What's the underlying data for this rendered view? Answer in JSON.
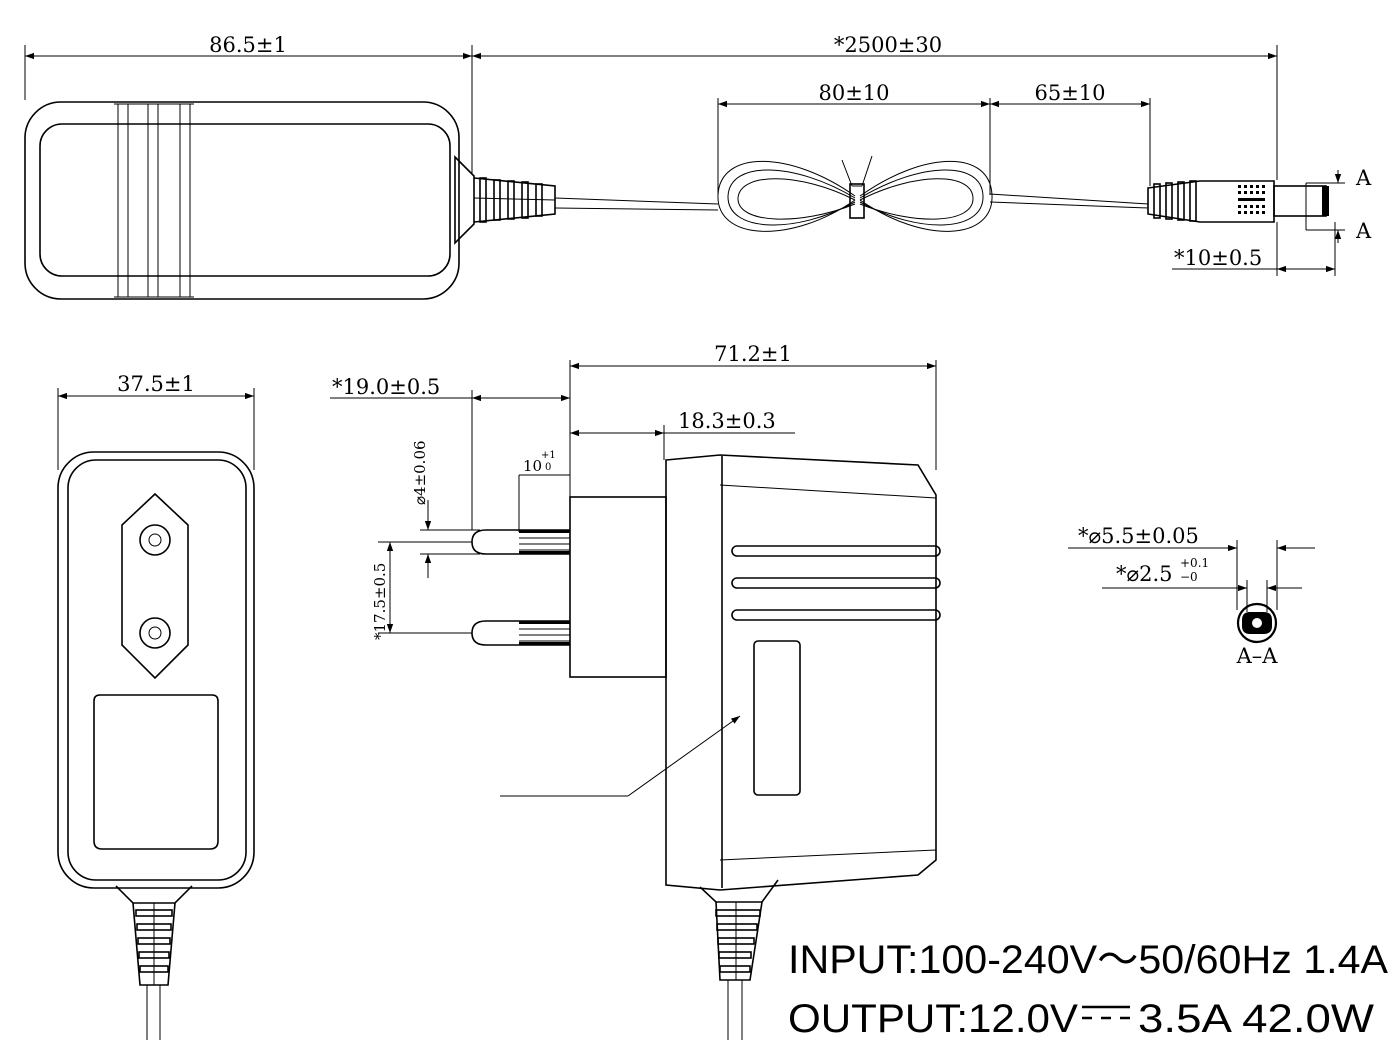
{
  "dimensions": {
    "body_length": "86.5±1",
    "cable_length": "*2500±30",
    "coil_length": "80±10",
    "cable_to_plug": "65±10",
    "plug_tip_length": "*10±0.5",
    "section_marker": "A",
    "section_label": "A–A",
    "front_width": "37.5±1",
    "side_depth": "71.2±1",
    "pin_length": "*19.0±0.5",
    "plug_base_depth": "18.3±0.3",
    "pin_angle": "10",
    "pin_angle_tol_upper": "+1",
    "pin_angle_tol_lower": "0",
    "pin_diameter": "⌀4±0.06",
    "pin_spacing": "*17.5±0.5",
    "outer_diameter": "*⌀5.5±0.05",
    "inner_diameter": "*⌀2.5",
    "inner_diameter_tol_upper": "+0.1",
    "inner_diameter_tol_lower": "−0"
  },
  "specs": {
    "input": "INPUT:100-240V～50/60Hz  1.4A",
    "output_prefix": "OUTPUT:12.0V",
    "output_suffix": "3.5A   42.0W"
  }
}
